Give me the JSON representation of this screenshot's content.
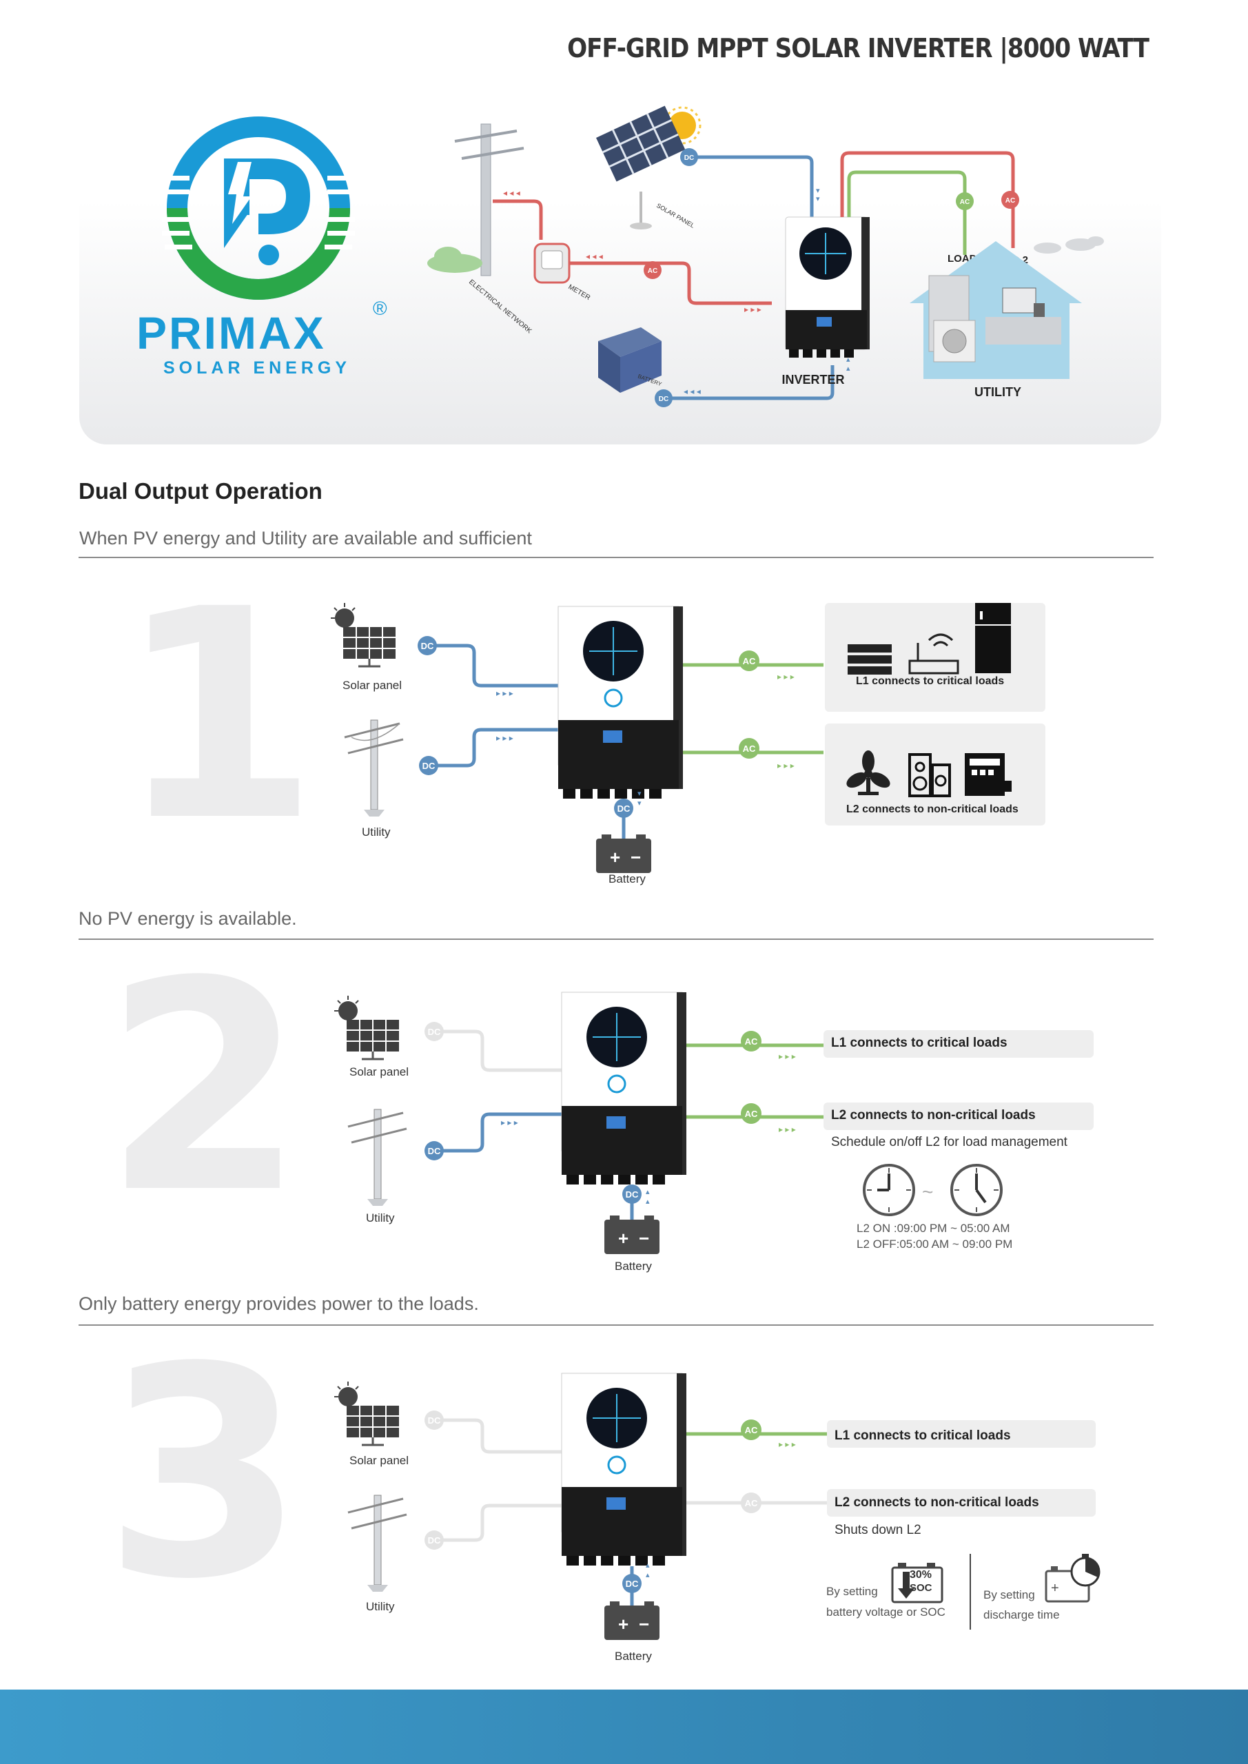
{
  "header": {
    "title": "OFF-GRID MPPT SOLAR INVERTER |8000 WATT"
  },
  "brand": {
    "name": "PRIMAX",
    "registered": "®",
    "tagline": "SOLAR ENERGY"
  },
  "hero": {
    "labels": {
      "solar_panel": "SOLAR PANEL",
      "electrical_network": "ELECTRICAL NETWORK",
      "meter": "METER",
      "battery": "BATTERY",
      "inverter": "INVERTER",
      "load1": "LOAD 1",
      "load2": "LOAD 2",
      "utility": "UTILITY"
    },
    "badges": {
      "dc": "DC",
      "ac": "AC"
    }
  },
  "section": {
    "title": "Dual Output Operation"
  },
  "scenarios": [
    {
      "number": "1",
      "subtitle": "When PV energy and Utility are available and sufficient",
      "solar_label": "Solar panel",
      "utility_label": "Utility",
      "battery_label": "Battery",
      "l1": "L1 connects to critical loads",
      "l2": "L2 connects to non-critical loads"
    },
    {
      "number": "2",
      "subtitle": "No PV energy is available.",
      "solar_label": "Solar panel",
      "utility_label": "Utility",
      "battery_label": "Battery",
      "l1": "L1 connects to critical loads",
      "l2": "L2 connects to non-critical loads",
      "schedule": "Schedule on/off L2 for load management",
      "on_time": "L2 ON :09:00 PM ~ 05:00 AM",
      "off_time": "L2 OFF:05:00 AM ~ 09:00 PM"
    },
    {
      "number": "3",
      "subtitle": "Only battery energy provides power to the loads.",
      "solar_label": "Solar panel",
      "utility_label": "Utility",
      "battery_label": "Battery",
      "l1": "L1 connects to critical loads",
      "l2": "L2 connects to non-critical loads",
      "shutdown": "Shuts down L2",
      "soc_value": "30%",
      "soc_unit": "SOC",
      "by_setting_a": "By setting",
      "by_setting_a2": "battery voltage or SOC",
      "by_setting_b": "By setting",
      "by_setting_b2": "discharge time"
    }
  ],
  "colors": {
    "dc": "#5b8dbd",
    "ac_green": "#8dc06b",
    "ac_red": "#d9625f",
    "inactive": "#dedede",
    "brand_blue": "#1a9ad6",
    "brand_green": "#2aa749"
  }
}
